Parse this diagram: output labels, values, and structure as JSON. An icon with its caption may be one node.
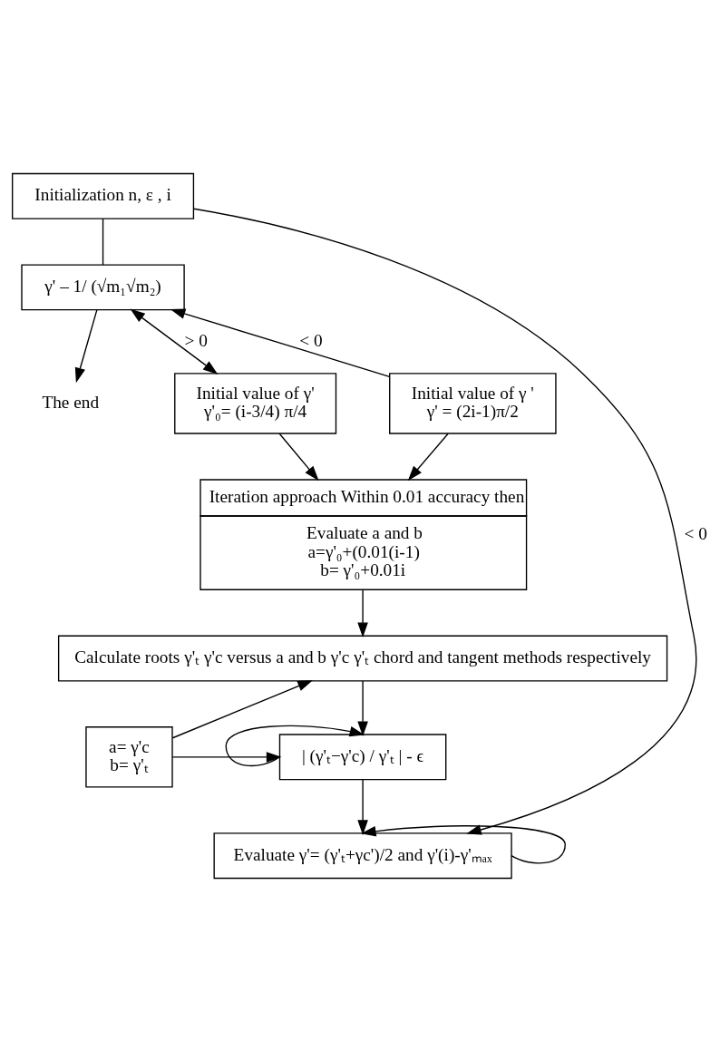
{
  "diagram": {
    "nodes": [
      {
        "text": [
          "Initialization n, ε , i"
        ]
      },
      {
        "text": [
          "γ' – 1/ (√m₁√m₂)"
        ]
      },
      {
        "text": [
          "Initial value of γ '",
          "γ' = (2i-1)π/2"
        ]
      },
      {
        "text": [
          "The end"
        ]
      },
      {
        "text": [
          "Initial value of γ'",
          "γ'₀= (i-3/4) π/4"
        ]
      },
      {
        "text": [
          "Iteration approach Within 0.01 accuracy then",
          "Evaluate a and b",
          "a=γ'₀+(0.01(i-1)",
          "b= γ'₀+0.01i"
        ]
      },
      {
        "text": [
          "Calculate roots γ'ₜ γ'c versus a and b γ'c γ'ₜ chord and tangent methods respectively"
        ]
      },
      {
        "text": [
          "| (γ'ₜ−γ'c) / γ'ₜ | - ϵ"
        ]
      },
      {
        "text": [
          "a= γ'c",
          "b= γ'ₜ"
        ]
      },
      {
        "text": [
          "Evaluate γ'= (γ'ₜ+γc')/2 and γ'(i)-γ'ₘₐₓ"
        ]
      }
    ],
    "edges": [
      {
        "from": 0,
        "to": 1,
        "arrow": "none"
      },
      {
        "from": 0,
        "to": 9,
        "arrow": "to",
        "label": "< 0"
      },
      {
        "from": 2,
        "to": 1,
        "arrow": "to",
        "label": "< 0"
      },
      {
        "from": 1,
        "to": 3,
        "arrow": "to"
      },
      {
        "from": 1,
        "to": 4,
        "arrow": "both",
        "label": "> 0"
      },
      {
        "from": 2,
        "to": 5,
        "arrow": "to"
      },
      {
        "from": 4,
        "to": 5,
        "arrow": "to"
      },
      {
        "from": 5,
        "to": 6,
        "arrow": "to"
      },
      {
        "from": 8,
        "to": 6,
        "arrow": "to"
      },
      {
        "from": 6,
        "to": 7,
        "arrow": "to"
      },
      {
        "from": 7,
        "to": 7,
        "arrow": "to"
      },
      {
        "from": 8,
        "to": 7,
        "arrow": "to"
      },
      {
        "from": 7,
        "to": 9,
        "arrow": "to"
      },
      {
        "from": 9,
        "to": 9,
        "arrow": "to"
      }
    ]
  }
}
